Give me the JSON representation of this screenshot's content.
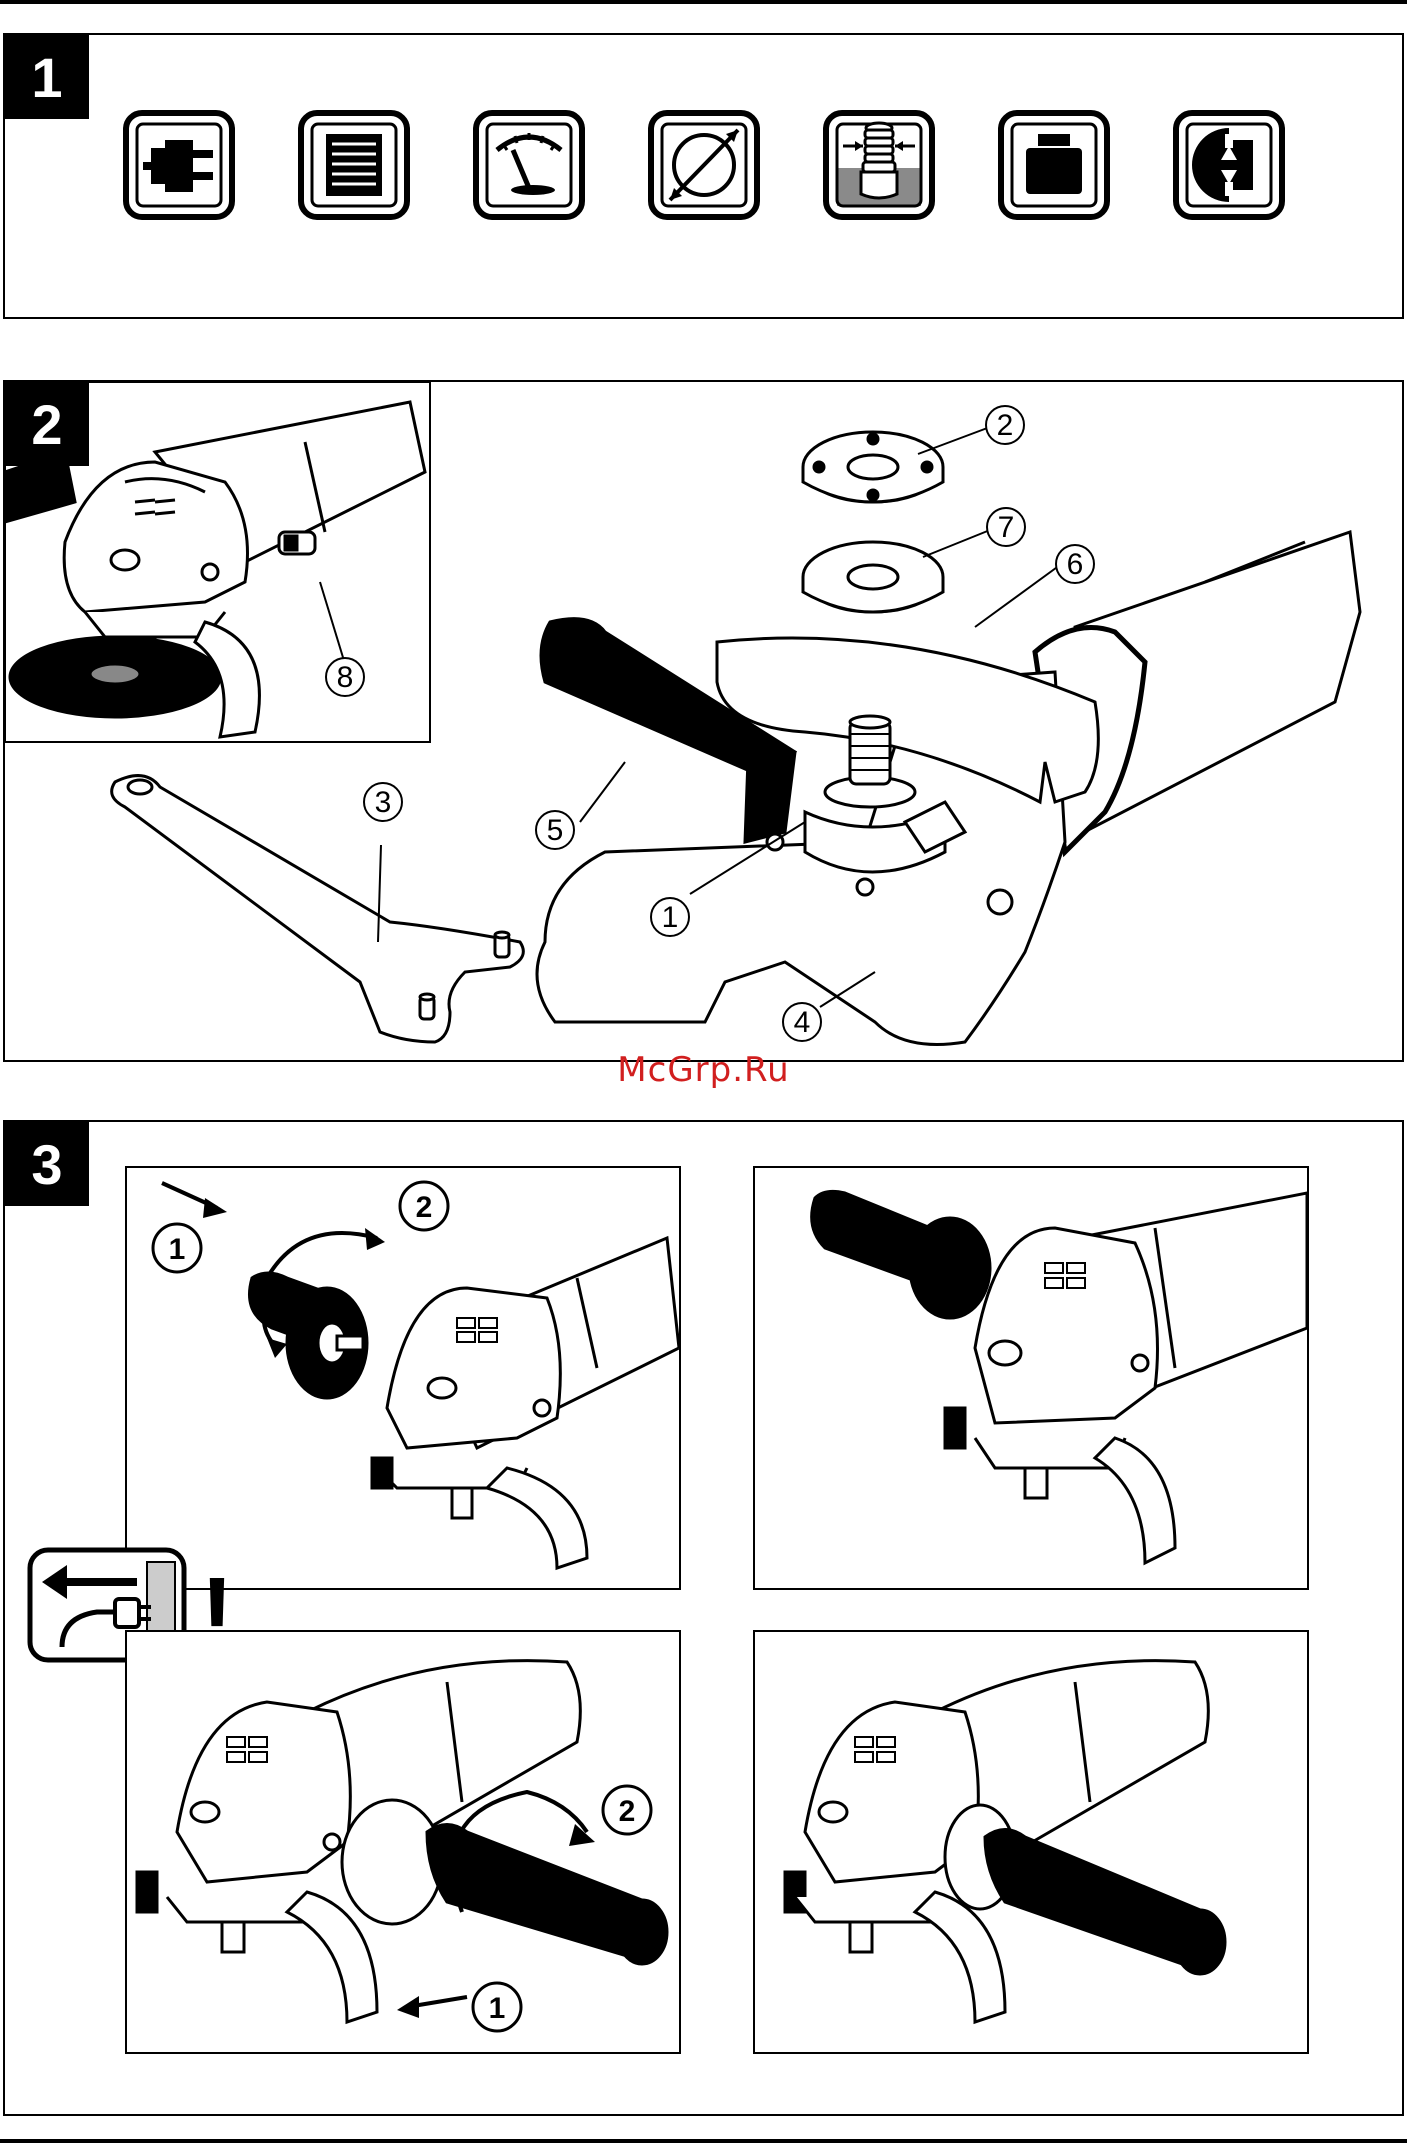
{
  "panels": [
    {
      "number": "1"
    },
    {
      "number": "2"
    },
    {
      "number": "3"
    }
  ],
  "panel1": {
    "icons": [
      "plug-icon",
      "motor-icon",
      "speed-gauge-icon",
      "disc-diameter-icon",
      "spindle-thread-icon",
      "weight-icon",
      "protection-class-icon"
    ]
  },
  "panel2": {
    "callouts": [
      "1",
      "2",
      "3",
      "4",
      "5",
      "6",
      "7",
      "8"
    ]
  },
  "panel3": {
    "steps": {
      "top_left": [
        "1",
        "2"
      ],
      "bottom_left": [
        "1",
        "2"
      ]
    },
    "warning_mark": "!"
  },
  "watermark": "McGrp.Ru"
}
